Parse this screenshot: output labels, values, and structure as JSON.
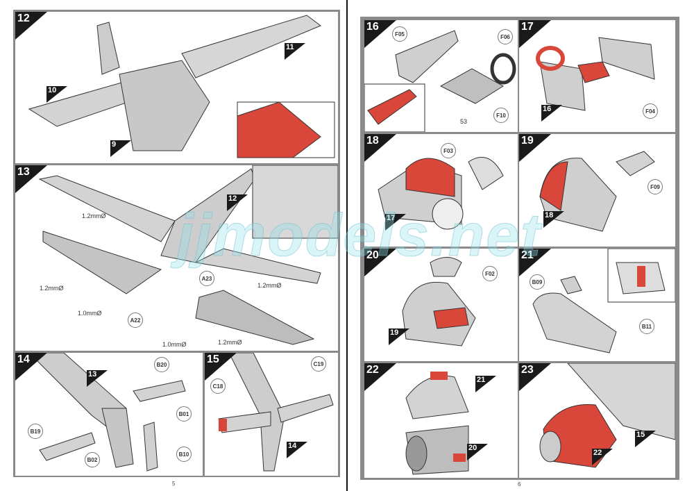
{
  "left_page": {
    "page_number": "5",
    "panels": [
      {
        "step": "12",
        "refs": [
          "10",
          "11",
          "9"
        ]
      },
      {
        "step": "13",
        "refs": [
          "12"
        ],
        "parts": [
          "A22",
          "A23"
        ],
        "dims": [
          "1.2mmØ",
          "1.2mmØ",
          "1.0mmØ",
          "1.2mmØ",
          "1.0mmØ",
          "1.2mmØ"
        ]
      },
      {
        "step": "14",
        "refs": [
          "13"
        ],
        "parts": [
          "B20",
          "B01",
          "B19",
          "B02",
          "B10"
        ]
      },
      {
        "step": "15",
        "refs": [
          "14"
        ],
        "parts": [
          "C19",
          "C18"
        ]
      }
    ]
  },
  "right_page": {
    "page_number": "6",
    "panels": [
      {
        "step": "16",
        "parts": [
          "F05",
          "F06",
          "F10"
        ],
        "label": "53"
      },
      {
        "step": "17",
        "refs": [
          "16"
        ],
        "parts": [
          "F04"
        ]
      },
      {
        "step": "18",
        "refs": [
          "17"
        ],
        "parts": [
          "F03"
        ]
      },
      {
        "step": "19",
        "refs": [
          "18"
        ],
        "parts": [
          "F09"
        ]
      },
      {
        "step": "20",
        "refs": [
          "19"
        ],
        "parts": [
          "F02"
        ]
      },
      {
        "step": "21",
        "parts": [
          "B09",
          "B11"
        ]
      },
      {
        "step": "22",
        "refs": [
          "21",
          "20"
        ]
      },
      {
        "step": "23",
        "refs": [
          "15",
          "22"
        ]
      }
    ]
  },
  "watermark": "jjmodels.net",
  "colors": {
    "accent_red": "#d9463a",
    "part_gray": "#cfcfcf",
    "frame": "#8a8a8a"
  }
}
